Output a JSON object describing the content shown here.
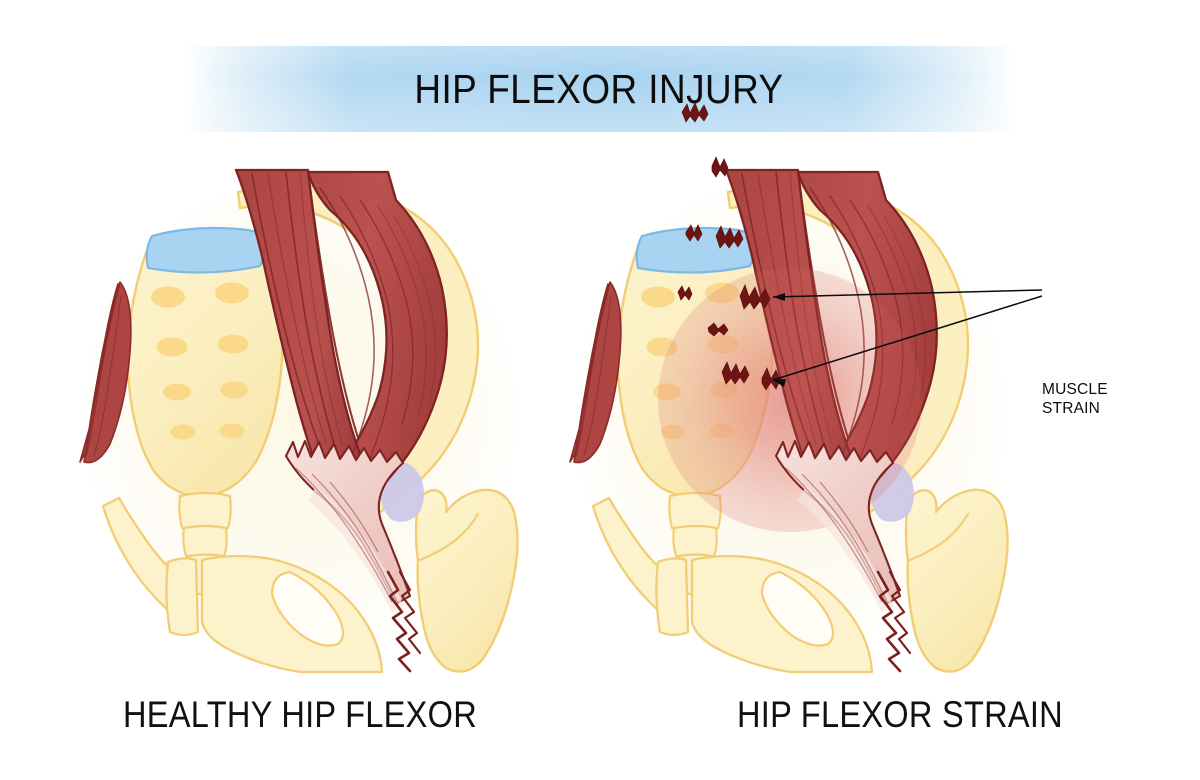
{
  "banner": {
    "title": "HIP FLEXOR INJURY",
    "gradient_color": "#a9d3f0",
    "text_color": "#0c0c0c"
  },
  "panels": [
    {
      "id": "healthy",
      "caption": "HEALTHY HIP FLEXOR",
      "has_inflammation": false,
      "has_tears": false
    },
    {
      "id": "strain",
      "caption": "HIP FLEXOR STRAIN",
      "has_inflammation": true,
      "has_tears": true
    }
  ],
  "callout": {
    "line1": "MUSCLE",
    "line2": "STRAIN",
    "color": "#0d0d0d"
  },
  "palette": {
    "background": "#ffffff",
    "circle_field": "#fdfaee",
    "bone_fill": "#fbefc0",
    "bone_fill_light": "#fdf6d8",
    "bone_outline": "#f0c459",
    "foramen": "#fbd98a",
    "disc_blue": "#a8d4f2",
    "disc_blue_outline": "#7ab4e0",
    "cartilage_lavender": "#ccc8e8",
    "muscle_red": "#b44a48",
    "muscle_red_dark": "#8d2f2f",
    "muscle_fiber_line": "#7e2626",
    "muscle_outline": "#7a2222",
    "tendon_pink": "#f2d2cc",
    "tendon_pink_light": "#f7e2dd",
    "tear_dark": "#6e1414",
    "inflammation_core": "#e8908c",
    "inflammation_edge": "#f4cfc9"
  },
  "anatomy_labels": {
    "sacrum": "sacrum",
    "intervertebral_disc": "intervertebral-disc",
    "iliac_crest": "iliac-crest",
    "pubic_symphysis": "pubic-symphysis",
    "obturator_foramen": "obturator-foramen",
    "femur_head": "femur-greater-trochanter",
    "psoas_major": "psoas-major-muscle",
    "iliacus": "iliacus-muscle",
    "iliopsoas_tendon": "iliopsoas-tendon",
    "contralateral_psoas": "contralateral-psoas-sliver",
    "sacral_foramina_count": 8
  }
}
